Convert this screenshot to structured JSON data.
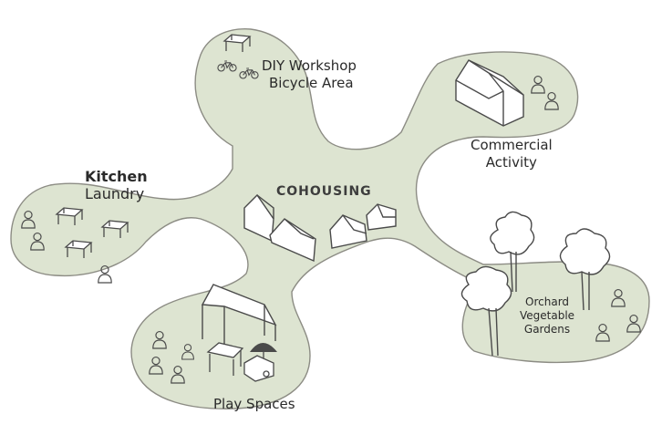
{
  "center_label": "COHOUSING",
  "lobes": {
    "workshop": {
      "lines": [
        "DIY Workshop",
        "Bicycle Area"
      ]
    },
    "commercial": {
      "lines": [
        "Commercial",
        "Activity"
      ]
    },
    "kitchen": {
      "lines": [
        "Kitchen",
        "Laundry"
      ]
    },
    "orchard": {
      "lines": [
        "Orchard",
        "Vegetable",
        "Gardens"
      ]
    },
    "play": {
      "lines": [
        "Play Spaces"
      ]
    }
  },
  "colors": {
    "fill": "#dde4d1",
    "outline": "#8c8c84",
    "ink": "#4a4a4a",
    "text": "#2a2a2a"
  }
}
